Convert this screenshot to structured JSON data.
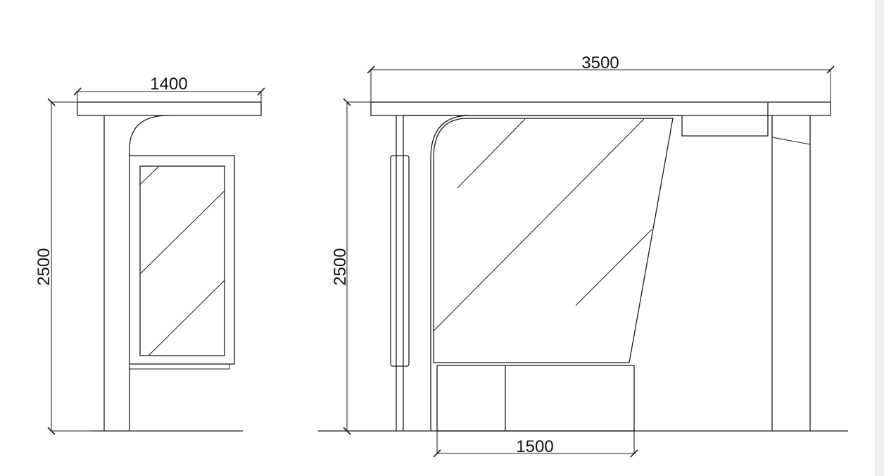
{
  "side_view": {
    "width_label": "1400",
    "height_label": "2500"
  },
  "front_view": {
    "width_label": "3500",
    "height_label": "2500",
    "bench_label": "1500"
  }
}
